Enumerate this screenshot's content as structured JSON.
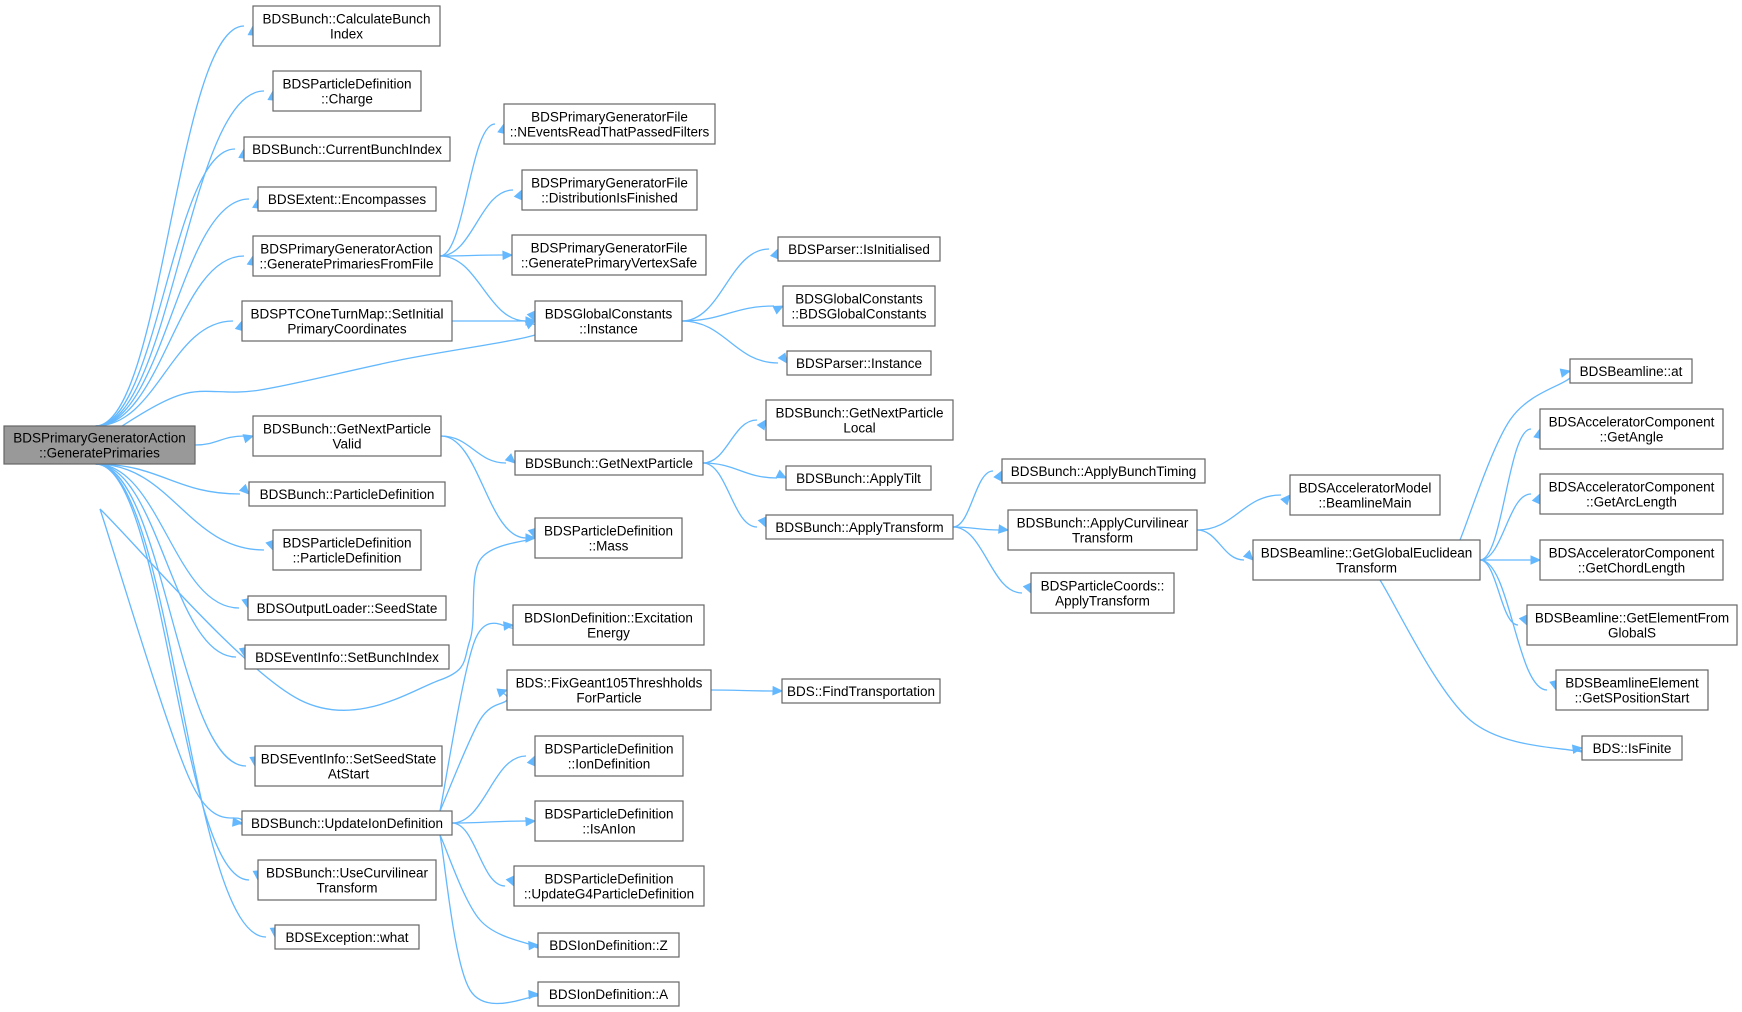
{
  "diagram": {
    "nodes": [
      {
        "id": "root",
        "lines": [
          "BDSPrimaryGeneratorAction",
          "::GeneratePrimaries"
        ],
        "root": true
      },
      {
        "id": "calcBunchIndex",
        "lines": [
          "BDSBunch::CalculateBunch",
          "Index"
        ]
      },
      {
        "id": "charge",
        "lines": [
          "BDSParticleDefinition",
          "::Charge"
        ]
      },
      {
        "id": "currentBunchIndex",
        "lines": [
          "BDSBunch::CurrentBunchIndex"
        ]
      },
      {
        "id": "encompasses",
        "lines": [
          "BDSExtent::Encompasses"
        ]
      },
      {
        "id": "genPrimFromFile",
        "lines": [
          "BDSPrimaryGeneratorAction",
          "::GeneratePrimariesFromFile"
        ]
      },
      {
        "id": "setInitialPrim",
        "lines": [
          "BDSPTCOneTurnMap::SetInitial",
          "PrimaryCoordinates"
        ]
      },
      {
        "id": "getNextParticleValid",
        "lines": [
          "BDSBunch::GetNextParticle",
          "Valid"
        ]
      },
      {
        "id": "bunchParticleDef",
        "lines": [
          "BDSBunch::ParticleDefinition"
        ]
      },
      {
        "id": "particleDefParticleDef",
        "lines": [
          "BDSParticleDefinition",
          "::ParticleDefinition"
        ]
      },
      {
        "id": "seedState",
        "lines": [
          "BDSOutputLoader::SeedState"
        ]
      },
      {
        "id": "setBunchIndex",
        "lines": [
          "BDSEventInfo::SetBunchIndex"
        ]
      },
      {
        "id": "setSeedStateAtStart",
        "lines": [
          "BDSEventInfo::SetSeedState",
          "AtStart"
        ]
      },
      {
        "id": "updateIonDef",
        "lines": [
          "BDSBunch::UpdateIonDefinition"
        ]
      },
      {
        "id": "useCurvilinear",
        "lines": [
          "BDSBunch::UseCurvilinear",
          "Transform"
        ]
      },
      {
        "id": "exceptionWhat",
        "lines": [
          "BDSException::what"
        ]
      },
      {
        "id": "nEventsRead",
        "lines": [
          "BDSPrimaryGeneratorFile",
          "::NEventsReadThatPassedFilters"
        ]
      },
      {
        "id": "distFinished",
        "lines": [
          "BDSPrimaryGeneratorFile",
          "::DistributionIsFinished"
        ]
      },
      {
        "id": "genPrimVertexSafe",
        "lines": [
          "BDSPrimaryGeneratorFile",
          "::GeneratePrimaryVertexSafe"
        ]
      },
      {
        "id": "globalInstance",
        "lines": [
          "BDSGlobalConstants",
          "::Instance"
        ]
      },
      {
        "id": "getNextParticle",
        "lines": [
          "BDSBunch::GetNextParticle"
        ]
      },
      {
        "id": "mass",
        "lines": [
          "BDSParticleDefinition",
          "::Mass"
        ]
      },
      {
        "id": "excitationEnergy",
        "lines": [
          "BDSIonDefinition::Excitation",
          "Energy"
        ]
      },
      {
        "id": "fixGeant",
        "lines": [
          "BDS::FixGeant105Threshholds",
          "ForParticle"
        ]
      },
      {
        "id": "ionDefinition",
        "lines": [
          "BDSParticleDefinition",
          "::IonDefinition"
        ]
      },
      {
        "id": "isAnIon",
        "lines": [
          "BDSParticleDefinition",
          "::IsAnIon"
        ]
      },
      {
        "id": "updateG4",
        "lines": [
          "BDSParticleDefinition",
          "::UpdateG4ParticleDefinition"
        ]
      },
      {
        "id": "ionZ",
        "lines": [
          "BDSIonDefinition::Z"
        ]
      },
      {
        "id": "ionA",
        "lines": [
          "BDSIonDefinition::A"
        ]
      },
      {
        "id": "parserIsInit",
        "lines": [
          "BDSParser::IsInitialised"
        ]
      },
      {
        "id": "globalCtor",
        "lines": [
          "BDSGlobalConstants",
          "::BDSGlobalConstants"
        ]
      },
      {
        "id": "parserInstance",
        "lines": [
          "BDSParser::Instance"
        ]
      },
      {
        "id": "getNextParticleLocal",
        "lines": [
          "BDSBunch::GetNextParticle",
          "Local"
        ]
      },
      {
        "id": "applyTilt",
        "lines": [
          "BDSBunch::ApplyTilt"
        ]
      },
      {
        "id": "applyTransform",
        "lines": [
          "BDSBunch::ApplyTransform"
        ]
      },
      {
        "id": "findTransport",
        "lines": [
          "BDS::FindTransportation"
        ]
      },
      {
        "id": "applyBunchTiming",
        "lines": [
          "BDSBunch::ApplyBunchTiming"
        ]
      },
      {
        "id": "applyCurvilinear",
        "lines": [
          "BDSBunch::ApplyCurvilinear",
          "Transform"
        ]
      },
      {
        "id": "coordsApplyTransform",
        "lines": [
          "BDSParticleCoords::",
          "ApplyTransform"
        ]
      },
      {
        "id": "beamlineMain",
        "lines": [
          "BDSAcceleratorModel",
          "::BeamlineMain"
        ]
      },
      {
        "id": "globalEuclidean",
        "lines": [
          "BDSBeamline::GetGlobalEuclidean",
          "Transform"
        ]
      },
      {
        "id": "beamlineAt",
        "lines": [
          "BDSBeamline::at"
        ]
      },
      {
        "id": "getAngle",
        "lines": [
          "BDSAcceleratorComponent",
          "::GetAngle"
        ]
      },
      {
        "id": "getArcLength",
        "lines": [
          "BDSAcceleratorComponent",
          "::GetArcLength"
        ]
      },
      {
        "id": "getChordLength",
        "lines": [
          "BDSAcceleratorComponent",
          "::GetChordLength"
        ]
      },
      {
        "id": "getElementFromS",
        "lines": [
          "BDSBeamline::GetElementFrom",
          "GlobalS"
        ]
      },
      {
        "id": "getSPosStart",
        "lines": [
          "BDSBeamlineElement",
          "::GetSPositionStart"
        ]
      },
      {
        "id": "isFinite",
        "lines": [
          "BDS::IsFinite"
        ]
      }
    ],
    "edges": [
      [
        "root",
        "calcBunchIndex"
      ],
      [
        "root",
        "charge"
      ],
      [
        "root",
        "currentBunchIndex"
      ],
      [
        "root",
        "encompasses"
      ],
      [
        "root",
        "genPrimFromFile"
      ],
      [
        "root",
        "setInitialPrim"
      ],
      [
        "root",
        "globalInstance"
      ],
      [
        "root",
        "getNextParticleValid"
      ],
      [
        "root",
        "bunchParticleDef"
      ],
      [
        "root",
        "particleDefParticleDef"
      ],
      [
        "root",
        "seedState"
      ],
      [
        "root",
        "setBunchIndex"
      ],
      [
        "root",
        "mass"
      ],
      [
        "root",
        "setSeedStateAtStart"
      ],
      [
        "root",
        "updateIonDef"
      ],
      [
        "root",
        "useCurvilinear"
      ],
      [
        "root",
        "exceptionWhat"
      ],
      [
        "genPrimFromFile",
        "nEventsRead"
      ],
      [
        "genPrimFromFile",
        "distFinished"
      ],
      [
        "genPrimFromFile",
        "genPrimVertexSafe"
      ],
      [
        "genPrimFromFile",
        "globalInstance"
      ],
      [
        "setInitialPrim",
        "globalInstance"
      ],
      [
        "globalInstance",
        "parserIsInit"
      ],
      [
        "globalInstance",
        "globalCtor"
      ],
      [
        "globalInstance",
        "parserInstance"
      ],
      [
        "getNextParticleValid",
        "getNextParticle"
      ],
      [
        "getNextParticleValid",
        "mass"
      ],
      [
        "getNextParticle",
        "getNextParticleLocal"
      ],
      [
        "getNextParticle",
        "applyTilt"
      ],
      [
        "getNextParticle",
        "applyTransform"
      ],
      [
        "applyTransform",
        "applyBunchTiming"
      ],
      [
        "applyTransform",
        "applyCurvilinear"
      ],
      [
        "applyTransform",
        "coordsApplyTransform"
      ],
      [
        "applyCurvilinear",
        "beamlineMain"
      ],
      [
        "applyCurvilinear",
        "globalEuclidean"
      ],
      [
        "globalEuclidean",
        "beamlineAt"
      ],
      [
        "globalEuclidean",
        "getAngle"
      ],
      [
        "globalEuclidean",
        "getArcLength"
      ],
      [
        "globalEuclidean",
        "getChordLength"
      ],
      [
        "globalEuclidean",
        "getElementFromS"
      ],
      [
        "globalEuclidean",
        "getSPosStart"
      ],
      [
        "globalEuclidean",
        "isFinite"
      ],
      [
        "updateIonDef",
        "excitationEnergy"
      ],
      [
        "updateIonDef",
        "fixGeant"
      ],
      [
        "updateIonDef",
        "ionDefinition"
      ],
      [
        "updateIonDef",
        "isAnIon"
      ],
      [
        "updateIonDef",
        "updateG4"
      ],
      [
        "updateIonDef",
        "ionZ"
      ],
      [
        "updateIonDef",
        "ionA"
      ],
      [
        "fixGeant",
        "findTransport"
      ]
    ]
  }
}
